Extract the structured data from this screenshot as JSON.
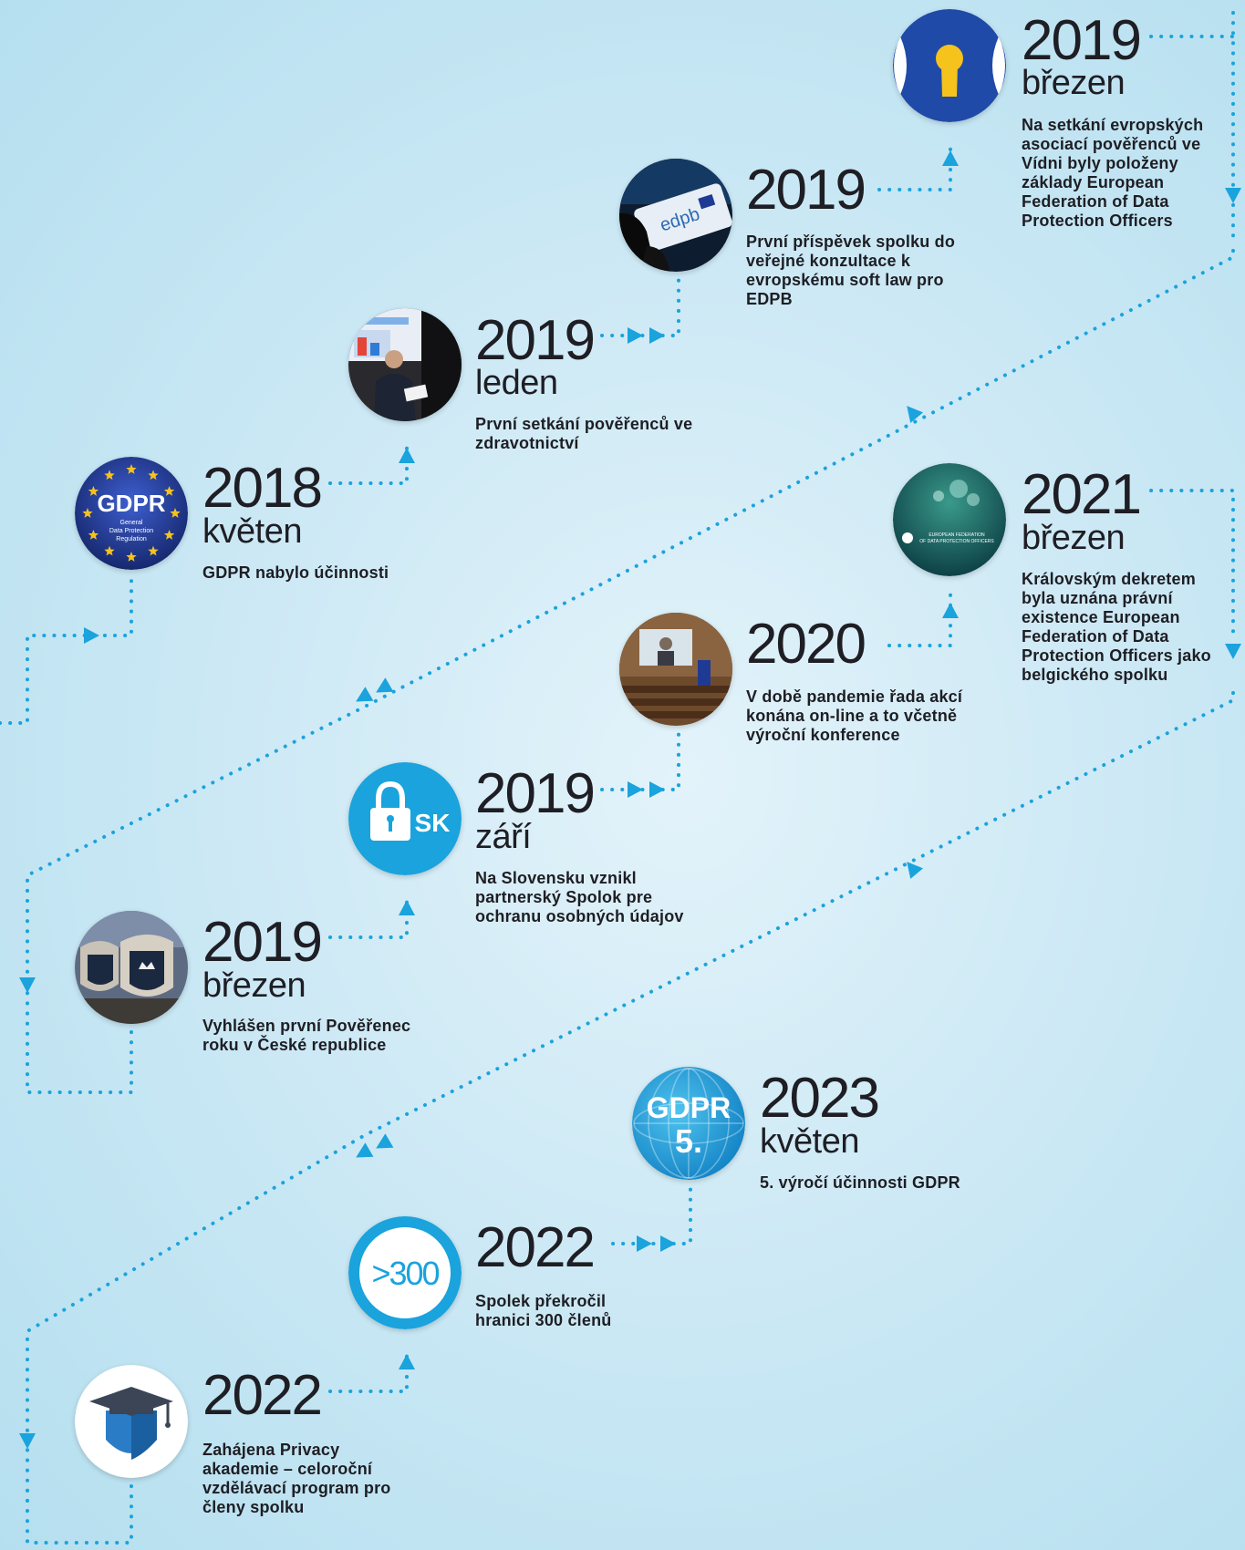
{
  "colors": {
    "accent": "#1aa3dc",
    "text": "#1e1e24",
    "navy": "#1f3a93",
    "gold": "#f6c21c"
  },
  "events": [
    {
      "id": "gdpr-effective",
      "year": "2018",
      "month": "květen",
      "text": "GDPR nabylo účinnosti",
      "icon": "gdpr-eu-stars-icon"
    },
    {
      "id": "healthcare-meeting",
      "year": "2019",
      "month": "leden",
      "text": "První setkání pověřenců ve zdravotnictví",
      "icon": "speaker-photo"
    },
    {
      "id": "edpb-consultation",
      "year": "2019",
      "month": "",
      "text": "První příspěvek spolku do veřejné konzultace k evropskému soft law pro EDPB",
      "icon": "edpb-phone-photo"
    },
    {
      "id": "european-federation",
      "year": "2019",
      "month": "březen",
      "text": "Na setkání evropských asociací pověřenců ve Vídni byly položeny základy European Federation of Data Protection Officers",
      "icon": "keyhole-icon"
    },
    {
      "id": "dpo-of-year",
      "year": "2019",
      "month": "březen",
      "text": "Vyhlášen první Pověřenec roku v České republice",
      "icon": "award-shields-photo"
    },
    {
      "id": "slovak-partner",
      "year": "2019",
      "month": "září",
      "text": "Na Slovensku vznikl partnerský Spolok pre ochranu osobných údajov",
      "icon": "padlock-sk-icon",
      "badge": "SK"
    },
    {
      "id": "online-events",
      "year": "2020",
      "month": "",
      "text": "V době pandemie řada akcí konána on-line a to včetně výroční konference",
      "icon": "conference-photo"
    },
    {
      "id": "belgian-association",
      "year": "2021",
      "month": "březen",
      "text": "Královským dekretem byla uznána právní existence European Federation of Data Protection Officers jako belgického spolku",
      "icon": "efdpo-logo-icon",
      "logo_text": "EUROPEAN FEDERATION OF DATA PROTECTION OFFICERS"
    },
    {
      "id": "privacy-academy",
      "year": "2022",
      "month": "",
      "text": "Zahájena Privacy akademie – celoroční vzdělávací program pro členy spolku",
      "icon": "graduation-shield-icon"
    },
    {
      "id": "members-300",
      "year": "2022",
      "month": "",
      "text": "Spolek překročil hranici 300 členů",
      "icon": "members-300-icon",
      "badge": ">300"
    },
    {
      "id": "gdpr-anniversary",
      "year": "2023",
      "month": "květen",
      "text": "5. výročí účinnosti GDPR",
      "icon": "gdpr-anniversary-globe-icon",
      "badge": "GDPR 5."
    }
  ],
  "logo_lettering": {
    "gdpr_main": "GDPR",
    "gdpr_sub": [
      "General",
      "Data Protection",
      "Regulation"
    ],
    "edpb": "edpb"
  }
}
